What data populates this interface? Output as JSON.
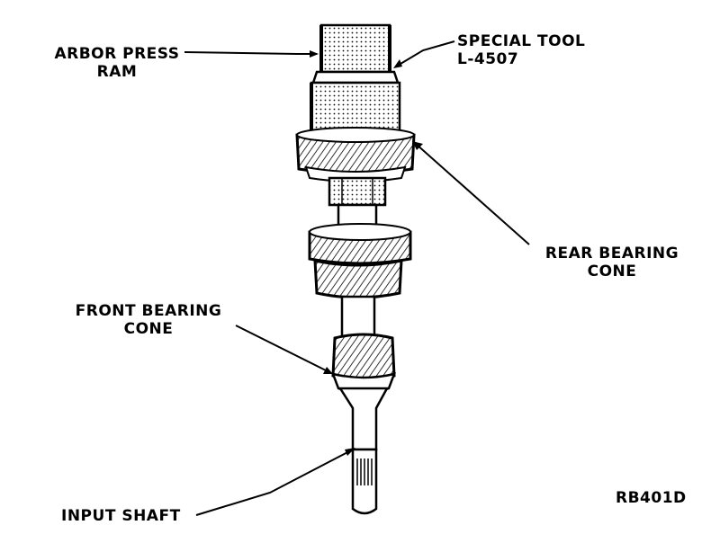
{
  "labels": {
    "arbor_press_ram": [
      "ARBOR PRESS",
      "RAM"
    ],
    "special_tool": [
      "SPECIAL TOOL",
      "L-4507"
    ],
    "rear_bearing_cone": [
      "REAR BEARING",
      "CONE"
    ],
    "front_bearing_cone": [
      "FRONT BEARING",
      "CONE"
    ],
    "input_shaft": "INPUT SHAFT",
    "figure_code": "RB401D"
  }
}
